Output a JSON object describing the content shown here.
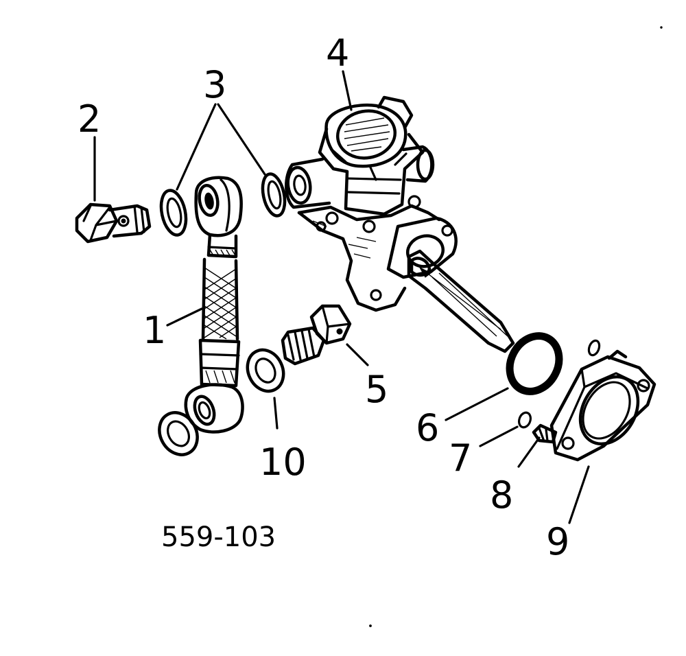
{
  "figure_number": "559-103",
  "callouts": [
    {
      "label": "1"
    },
    {
      "label": "2"
    },
    {
      "label": "3"
    },
    {
      "label": "4"
    },
    {
      "label": "5"
    },
    {
      "label": "6"
    },
    {
      "label": "7"
    },
    {
      "label": "8"
    },
    {
      "label": "9"
    },
    {
      "label": "10"
    }
  ]
}
